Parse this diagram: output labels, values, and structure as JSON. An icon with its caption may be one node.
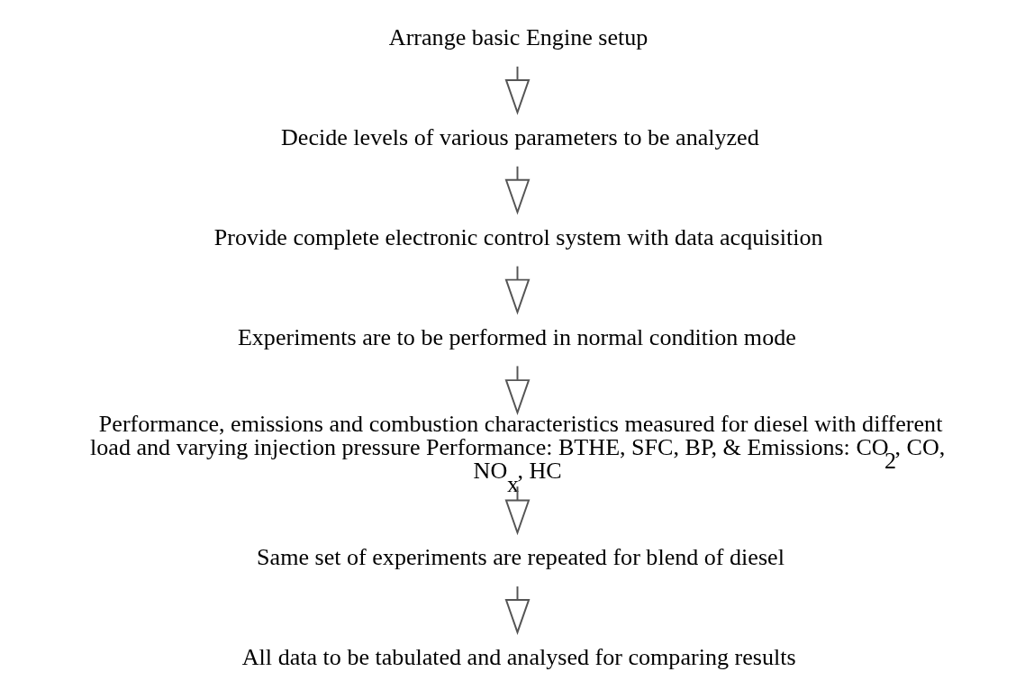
{
  "diagram": {
    "nodes": [
      {
        "text": [
          "Arrange basic Engine setup"
        ]
      },
      {
        "text": [
          "Decide levels of various parameters to be analyzed"
        ]
      },
      {
        "text": [
          "Provide complete electronic control system with data acquisition"
        ]
      },
      {
        "text": [
          "Experiments are to be performed in normal condition mode"
        ]
      },
      {
        "text": [
          "Performance, emissions and combustion characteristics measured for diesel with different load and varying injection pressure Performance: BTHE, SFC, BP, & Emissions: CO$_{2}$, CO, NO$_{x}$, HC"
        ]
      },
      {
        "text": [
          "Same set of experiments are repeated for blend of diesel"
        ]
      },
      {
        "text": [
          "All data to be tabulated and analysed for comparing results"
        ]
      }
    ],
    "edges": [
      {
        "from": 0,
        "to": 1,
        "arrow": "to"
      },
      {
        "from": 1,
        "to": 2,
        "arrow": "to"
      },
      {
        "from": 2,
        "to": 3,
        "arrow": "to"
      },
      {
        "from": 3,
        "to": 4,
        "arrow": "to"
      },
      {
        "from": 4,
        "to": 5,
        "arrow": "to"
      },
      {
        "from": 5,
        "to": 6,
        "arrow": "to"
      }
    ]
  }
}
